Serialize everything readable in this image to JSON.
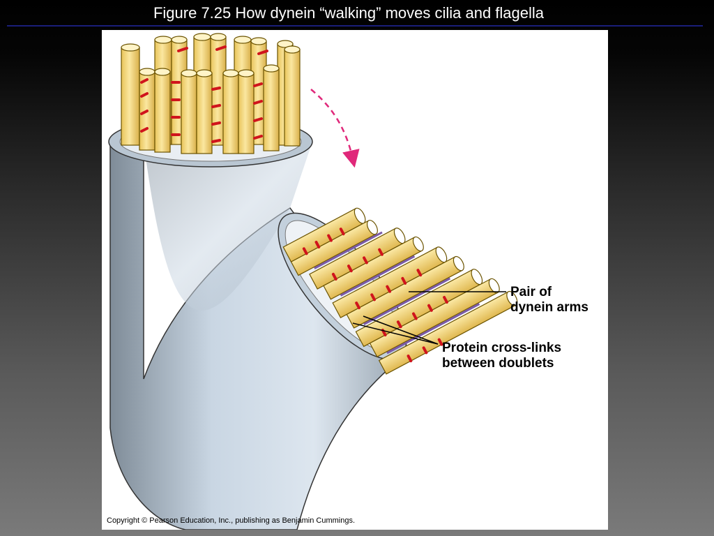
{
  "slide": {
    "title": "Figure 7.25  How dynein “walking” moves cilia and flagella"
  },
  "figure": {
    "labels": {
      "dynein_arms": "Pair of\ndynein arms",
      "cross_links": "Protein cross-links\nbetween doublets"
    },
    "copyright": "Copyright © Pearson Education, Inc., publishing as Benjamin Cummings."
  },
  "colors": {
    "tubule_fill": "#f7dd7a",
    "tubule_stroke": "#6b5300",
    "dynein_arm": "#d0141c",
    "cross_link": "#7a5aa8",
    "membrane": "#c9d6e3",
    "arrow": "#e0287a"
  }
}
